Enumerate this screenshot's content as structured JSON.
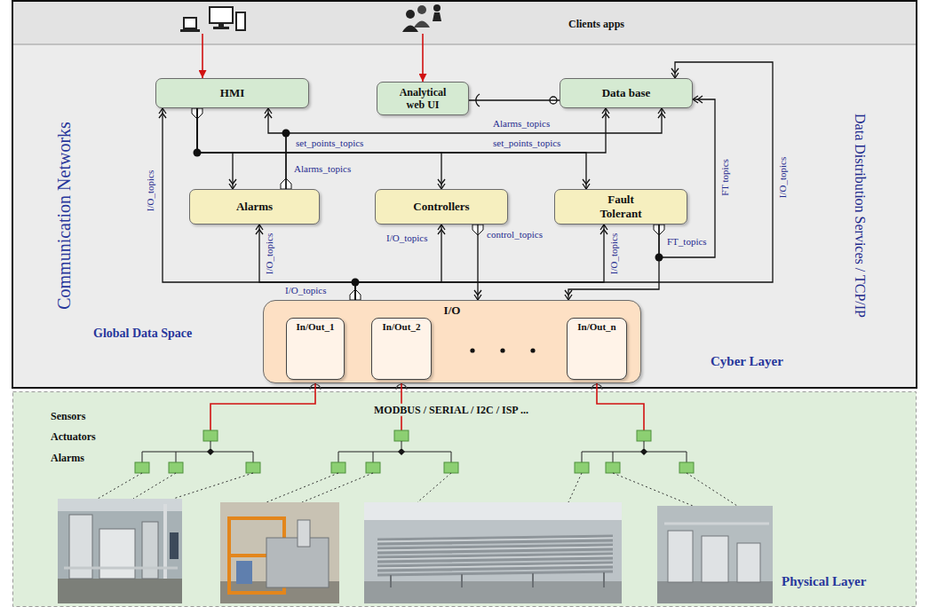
{
  "diagram": {
    "nodes": [
      {
        "text": [
          "Clients apps"
        ]
      },
      {
        "text": [
          "Communication Networks",
          "Data Distribution Services / TCP/IP",
          "Global Data Space",
          "Cyber Layer"
        ]
      },
      {
        "text": [
          "HMI"
        ],
        "in": 1
      },
      {
        "text": [
          "Analytical web UI"
        ],
        "in": 1
      },
      {
        "text": [
          "Data base"
        ],
        "in": 1
      },
      {
        "text": [
          "Alarms"
        ],
        "in": 1
      },
      {
        "text": [
          "Controllers"
        ],
        "in": 1
      },
      {
        "text": [
          "Fault Tolerant"
        ],
        "in": 1
      },
      {
        "text": [
          "I/O"
        ],
        "in": 1
      },
      {
        "text": [
          "In/Out_1"
        ],
        "in": 8
      },
      {
        "text": [
          "In/Out_2"
        ],
        "in": 8
      },
      {
        "text": [
          "In/Out_n"
        ],
        "in": 8
      },
      {
        "text": [
          "MODBUS / SERIAL / I2C / ISP ...",
          "Sensors",
          "Actuators",
          "Alarms",
          "Physical Layer"
        ]
      }
    ],
    "edges": [
      {
        "from": 0,
        "to": 2,
        "arrow": "to"
      },
      {
        "from": 0,
        "to": 3,
        "arrow": "to"
      },
      {
        "from": 3,
        "to": 4,
        "arrow": "none"
      },
      {
        "from": 2,
        "to": 5,
        "arrow": "to",
        "label": "set_points_topics"
      },
      {
        "from": 2,
        "to": 6,
        "arrow": "to"
      },
      {
        "from": 2,
        "to": 7,
        "arrow": "to"
      },
      {
        "from": 2,
        "to": 4,
        "arrow": "to",
        "label": "set_points_topics"
      },
      {
        "from": 5,
        "to": 2,
        "arrow": "to",
        "label": "Alarms_topics"
      },
      {
        "from": 5,
        "to": 4,
        "arrow": "to",
        "label": "Alarms_topics"
      },
      {
        "from": 8,
        "to": 2,
        "arrow": "to",
        "label": "I/O_topics"
      },
      {
        "from": 8,
        "to": 5,
        "arrow": "to",
        "label": "I/O_topics"
      },
      {
        "from": 8,
        "to": 6,
        "arrow": "to",
        "label": "I/O_topics"
      },
      {
        "from": 8,
        "to": 7,
        "arrow": "to",
        "label": "I/O_topics"
      },
      {
        "from": 8,
        "to": 4,
        "arrow": "to",
        "label": "I/O_topics"
      },
      {
        "from": 6,
        "to": 8,
        "arrow": "to",
        "label": "control_topics"
      },
      {
        "from": 7,
        "to": 4,
        "arrow": "to",
        "label": "FT topics"
      },
      {
        "from": 7,
        "to": 8,
        "arrow": "to",
        "label": "FT_topics"
      },
      {
        "from": 9,
        "to": 12,
        "arrow": "none"
      },
      {
        "from": 10,
        "to": 12,
        "arrow": "none"
      },
      {
        "from": 11,
        "to": 12,
        "arrow": "none"
      }
    ],
    "labels": [
      "I/O_topics"
    ]
  }
}
